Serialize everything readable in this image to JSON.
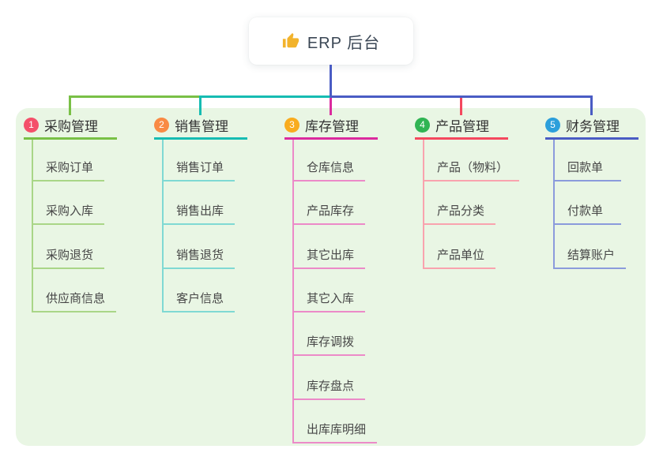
{
  "root": {
    "label": "ERP 后台",
    "icon": "thumbs-up-icon",
    "icon_color": "#F2B32C",
    "line_color": "#4A5CC4"
  },
  "canvas": {
    "page_bg": "#FFFFFF",
    "panel_bg": "#E9F6E4"
  },
  "branches": [
    {
      "number": "1",
      "title": "采购管理",
      "badge_color": "#F4506A",
      "line_color": "#79C046",
      "light_color": "#A9D687",
      "children": [
        "采购订单",
        "采购入库",
        "采购退货",
        "供应商信息"
      ]
    },
    {
      "number": "2",
      "title": "销售管理",
      "badge_color": "#F98A44",
      "line_color": "#16BCB2",
      "light_color": "#7FD9D3",
      "children": [
        "销售订单",
        "销售出库",
        "销售退货",
        "客户信息"
      ]
    },
    {
      "number": "3",
      "title": "库存管理",
      "badge_color": "#F9AC1E",
      "line_color": "#DB2B9E",
      "light_color": "#EC8AC8",
      "children": [
        "仓库信息",
        "产品库存",
        "其它出库",
        "其它入库",
        "库存调拨",
        "库存盘点",
        "出库库明细"
      ]
    },
    {
      "number": "4",
      "title": "产品管理",
      "badge_color": "#30B453",
      "line_color": "#F4485E",
      "light_color": "#F9A3AE",
      "children": [
        "产品（物料）",
        "产品分类",
        "产品单位"
      ]
    },
    {
      "number": "5",
      "title": "财务管理",
      "badge_color": "#2C9FDB",
      "line_color": "#4A5CC4",
      "light_color": "#8B9BDC",
      "children": [
        "回款单",
        "付款单",
        "结算账户"
      ]
    }
  ]
}
